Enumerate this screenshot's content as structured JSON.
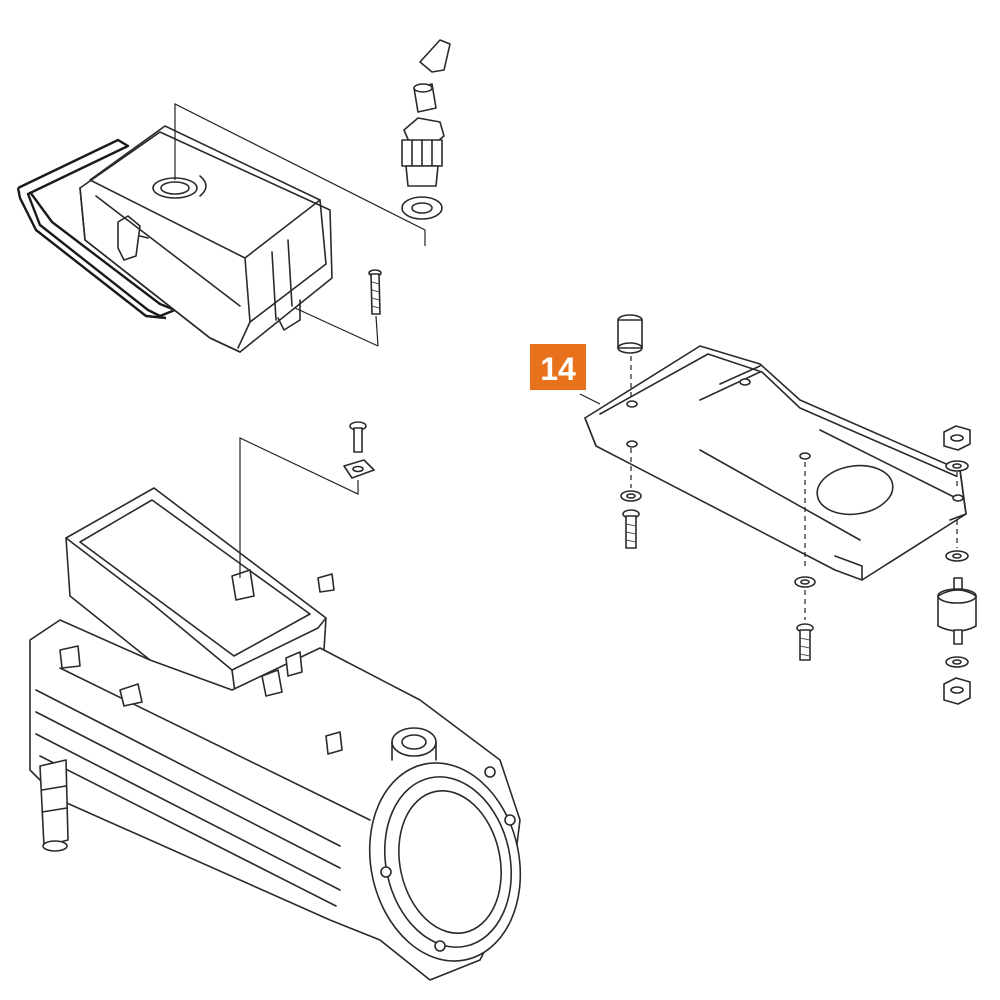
{
  "callout": {
    "label": "14",
    "color": "#e8721c",
    "text_color": "#ffffff"
  },
  "parts": [
    {
      "id": "cover",
      "name": "pump-cover"
    },
    {
      "id": "gasket",
      "name": "cover-gasket"
    },
    {
      "id": "fitting",
      "name": "hose-fitting"
    },
    {
      "id": "housing",
      "name": "pump-housing"
    },
    {
      "id": "mounting-plate",
      "name": "mounting-plate"
    },
    {
      "id": "rubber-mount",
      "name": "rubber-mount"
    }
  ]
}
